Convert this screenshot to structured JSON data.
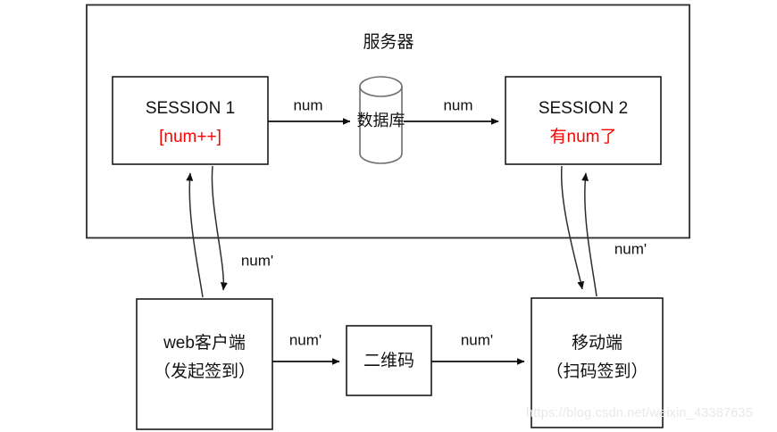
{
  "diagram": {
    "title": "服务器",
    "nodes": {
      "server_container": {
        "label": "服务器"
      },
      "session1": {
        "line1": "SESSION 1",
        "line2": "[num++]",
        "line2_color": "#ff0000"
      },
      "session2": {
        "line1": "SESSION 2",
        "line2": "有num了",
        "line2_color": "#ff0000"
      },
      "database": {
        "label": "数据库"
      },
      "web_client": {
        "line1": "web客户端",
        "line2": "（发起签到）"
      },
      "qrcode": {
        "label": "二维码"
      },
      "mobile": {
        "line1": "移动端",
        "line2": "（扫码签到）"
      }
    },
    "edges": {
      "session1_to_db": {
        "label": "num"
      },
      "db_to_session2": {
        "label": "num"
      },
      "session1_webclient": {
        "label": "num'"
      },
      "session2_mobile": {
        "label": "num'"
      },
      "webclient_to_qr": {
        "label": "num'"
      },
      "qr_to_mobile": {
        "label": "num'"
      }
    },
    "colors": {
      "stroke": "#1a1a1a",
      "accent_red": "#ff0000",
      "cylinder_stroke": "#6e6e6e",
      "background": "#ffffff"
    }
  },
  "watermark": {
    "text": "https://blog.csdn.net/weixin_43387635"
  }
}
